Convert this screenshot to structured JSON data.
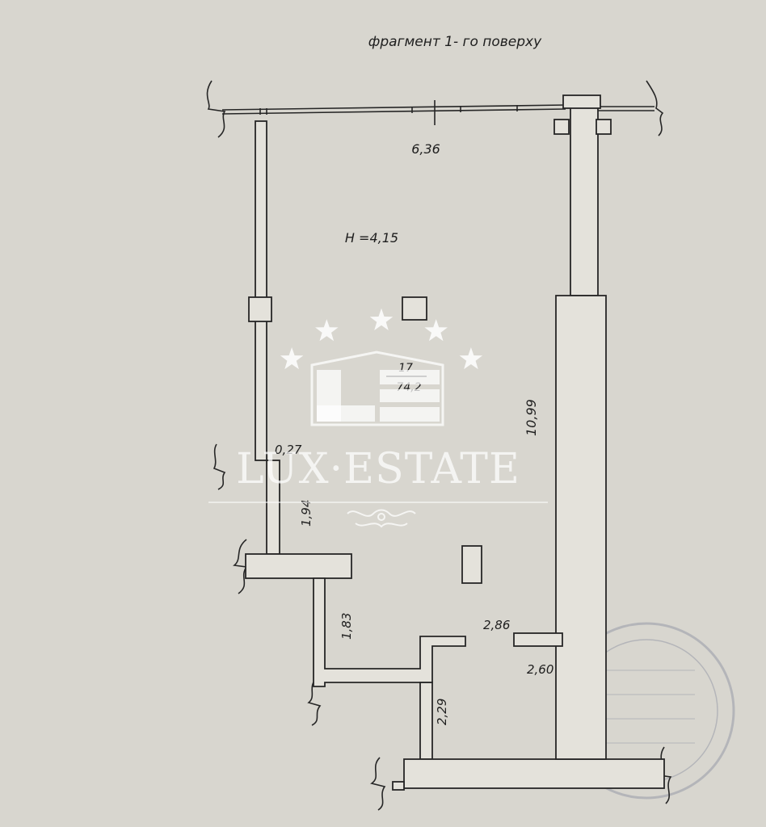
{
  "title": "фрагмент 1- го поверху",
  "height_label": "H =4,15",
  "room": {
    "number": "17",
    "area": "74,2"
  },
  "dimensions": {
    "width_top": "6,36",
    "length_right": "10,99",
    "d_027": "0,27",
    "d_194": "1,94",
    "d_183": "1,83",
    "d_286": "2,86",
    "d_260": "2,60",
    "d_229": "2,29"
  },
  "watermark": {
    "brand": "LUX·ESTATE",
    "stars": 5
  },
  "stamp": {
    "visible": true
  },
  "colors": {
    "paper": "#d8d6cf",
    "wall_fill": "#e4e2db",
    "line": "#262626",
    "watermark": "#ffffff",
    "stamp": "#8a8fa0"
  }
}
